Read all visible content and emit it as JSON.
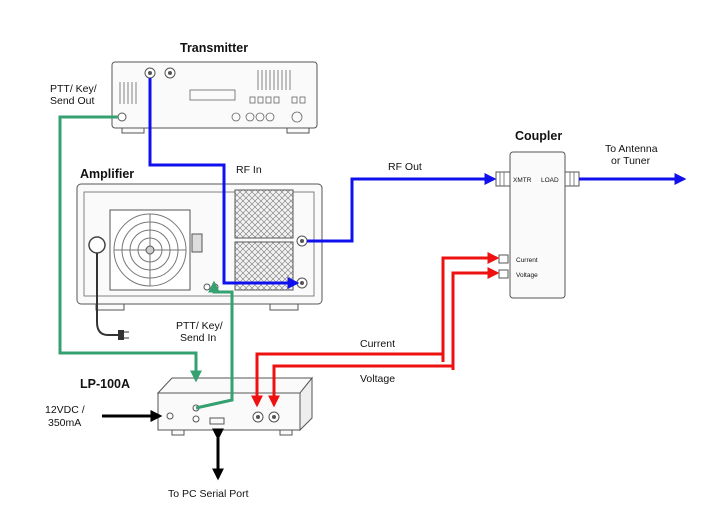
{
  "devices": {
    "transmitter": "Transmitter",
    "amplifier": "Amplifier",
    "coupler": "Coupler",
    "lp100a": "LP-100A"
  },
  "connections": {
    "ptt_out": [
      "PTT/ Key/",
      "Send Out"
    ],
    "rf_in": "RF In",
    "rf_out": "RF Out",
    "antenna": [
      "To Antenna",
      "or Tuner"
    ],
    "ptt_in": [
      "PTT/ Key/",
      "Send In"
    ],
    "current": "Current",
    "voltage": "Voltage",
    "power": [
      "12VDC /",
      "350mA"
    ],
    "pc": "To PC Serial Port"
  },
  "coupler_ports": {
    "xmtr": "XMTR",
    "load": "LOAD",
    "current": "Current",
    "voltage": "Voltage"
  },
  "colors": {
    "rf": "#1010ee",
    "ptt": "#35a070",
    "sense": "#ee1111",
    "power": "#000000"
  }
}
